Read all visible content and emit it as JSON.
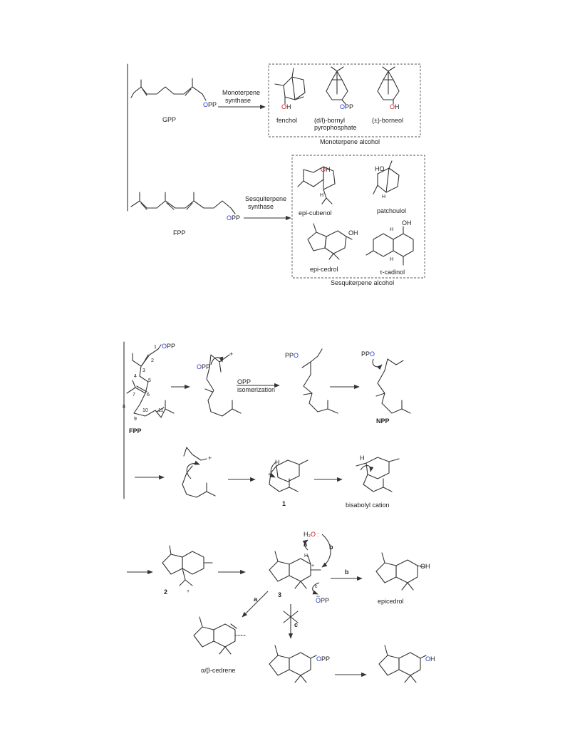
{
  "top_panel": {
    "gpp": {
      "label": "GPP",
      "leaving_group": "OPP",
      "leaving_o": "O",
      "leaving_pp": "PP"
    },
    "fpp": {
      "label": "FPP",
      "leaving_o": "O",
      "leaving_pp": "PP"
    },
    "monoterpene_synthase": [
      "Monoterpene",
      "synthase"
    ],
    "sesquiterpene_synthase": [
      "Sesquiterpene",
      "synthase"
    ],
    "monoterpene_box": {
      "caption": "Monoterpene alcohol",
      "products": [
        {
          "name": "fenchol",
          "o": "O",
          "h": "H"
        },
        {
          "name_lines": [
            "(d/l)-bornyl",
            "pyrophosphate"
          ],
          "o": "O",
          "pp": "PP"
        },
        {
          "name": "(±)-borneol",
          "o": "O",
          "h": "H"
        }
      ]
    },
    "sesquiterpene_box": {
      "caption": "Sesquiterpene alcohol",
      "products": [
        {
          "name": "epi-cubenol",
          "o": "O",
          "h": "H",
          "ring_h": "H"
        },
        {
          "name": "patchoulol",
          "ho": "HO",
          "ring_h": "H"
        },
        {
          "name": "epi-cedrol",
          "oh": "OH"
        },
        {
          "name": "τ-cadinol",
          "oh": "OH",
          "ring_h1": "H",
          "ring_h2": "H"
        }
      ]
    }
  },
  "mechanism": {
    "fpp_numbers": [
      "1",
      "2",
      "3",
      "4",
      "5",
      "6",
      "7",
      "8",
      "9",
      "10",
      "11"
    ],
    "fpp_label": "FPP",
    "fpp_o": "O",
    "fpp_pp": "PP",
    "cation_plus": "+",
    "opp_o": "O",
    "opp_pp": "PP",
    "isomerization": [
      "OPP",
      "isomerization"
    ],
    "ppo_pp": "PP",
    "ppo_o": "O",
    "npp_label": "NPP",
    "intermediate_1": "1",
    "bisabolyl": "bisabolyl cation",
    "h_label": "H",
    "intermediate_2": "2",
    "intermediate_3": "3",
    "water_h2": "H₂",
    "water_o": "O",
    "water_lone": ":",
    "path_a": "a",
    "path_b": "b",
    "path_c": "c",
    "opp_minus": "−",
    "epicedrol": "epicedrol",
    "cedrene": "α/β-cedrene",
    "opp_prod_o": "O",
    "opp_prod_pp": "PP",
    "oh_prod_o": "O",
    "oh_prod_h": "H"
  }
}
